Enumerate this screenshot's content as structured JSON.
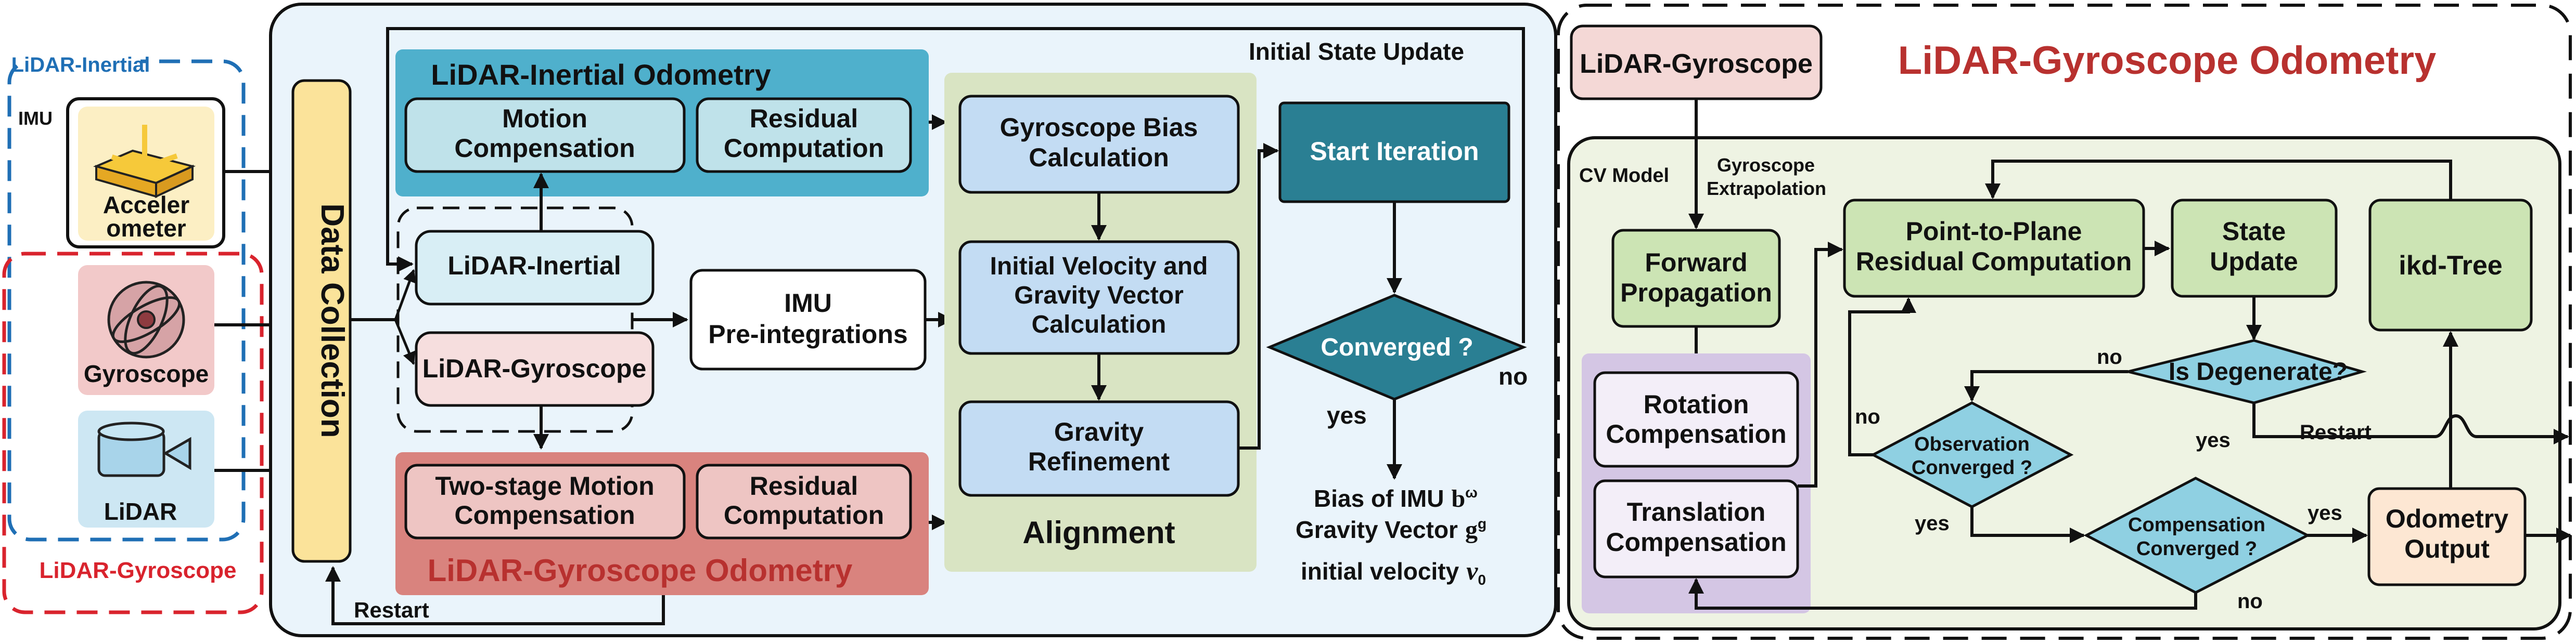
{
  "sensors": {
    "group_inertial": "LiDAR-Inertial",
    "group_gyro": "LiDAR-Gyroscope",
    "imu": "IMU",
    "accel_line1": "Acceler",
    "accel_line2": "ometer",
    "gyroscope": "Gyroscope",
    "lidar": "LiDAR"
  },
  "data_collection": "Data Collection",
  "restart_left": "Restart",
  "init": {
    "state_update": "Initial State Update",
    "lio_title": "LiDAR-Inertial Odometry",
    "lio_motion_1": "Motion",
    "lio_motion_2": "Compensation",
    "lio_residual_1": "Residual",
    "lio_residual_2": "Computation",
    "mode_lio": "LiDAR-Inertial",
    "mode_lgo": "LiDAR-Gyroscope",
    "imu_pre_1": "IMU",
    "imu_pre_2": "Pre-integrations",
    "lgo_title": "LiDAR-Gyroscope Odometry",
    "lgo_motion_1": "Two-stage Motion",
    "lgo_motion_2": "Compensation",
    "lgo_residual_1": "Residual",
    "lgo_residual_2": "Computation",
    "align_title": "Alignment",
    "gyro_bias_1": "Gyroscope Bias",
    "gyro_bias_2": "Calculation",
    "init_vel_1": "Initial Velocity and",
    "init_vel_2": "Gravity Vector",
    "init_vel_3": "Calculation",
    "gravity_1": "Gravity",
    "gravity_2": "Refinement",
    "start_iter": "Start Iteration",
    "converged": "Converged ?",
    "yes": "yes",
    "no": "no",
    "out_1": "Bias of IMU",
    "out_1_sym": "b",
    "out_1_sub": "ω",
    "out_2": "Gravity Vector",
    "out_2_sym": "g",
    "out_2_sub": "g",
    "out_3": "initial velocity",
    "out_3_sym": "v",
    "out_3_sub": "0"
  },
  "lgo": {
    "title": "LiDAR-Gyroscope Odometry",
    "input": "LiDAR-Gyroscope",
    "cv_model": "CV Model",
    "gyro_extrap_1": "Gyroscope",
    "gyro_extrap_2": "Extrapolation",
    "forward_1": "Forward",
    "forward_2": "Propagation",
    "rotation_1": "Rotation",
    "rotation_2": "Compensation",
    "translation_1": "Translation",
    "translation_2": "Compensation",
    "p2p_1": "Point-to-Plane",
    "p2p_2": "Residual Computation",
    "state_1": "State",
    "state_2": "Update",
    "ikd": "ikd-Tree",
    "degenerate": "Is Degenerate?",
    "obs_1": "Observation",
    "obs_2": "Converged ?",
    "comp_1": "Compensation",
    "comp_2": "Converged ?",
    "odom_1": "Odometry",
    "odom_2": "Output",
    "restart": "Restart",
    "yes": "yes",
    "no": "no"
  },
  "colors": {
    "blue_dash": "#1f6fb5",
    "red_dash": "#d9232d",
    "init_panel": "#eaf4fb",
    "lio_band": "#4fb0cc",
    "lio_box": "#bfe2ea",
    "lgo_band": "#d9837e",
    "lgo_box": "#eec5c3",
    "align_panel": "#d9e4c3",
    "align_box": "#c3dcf3",
    "teal": "#2a7f93",
    "data_col": "#fbe39a",
    "lgo_title": "#b8312f",
    "green_box": "#cce4b4",
    "lgo_panel": "#eef3e3",
    "diamond": "#8fd0e2",
    "purple": "#d4c6e4"
  },
  "icons": [
    "accelerometer-icon",
    "gyroscope-icon",
    "lidar-icon"
  ]
}
